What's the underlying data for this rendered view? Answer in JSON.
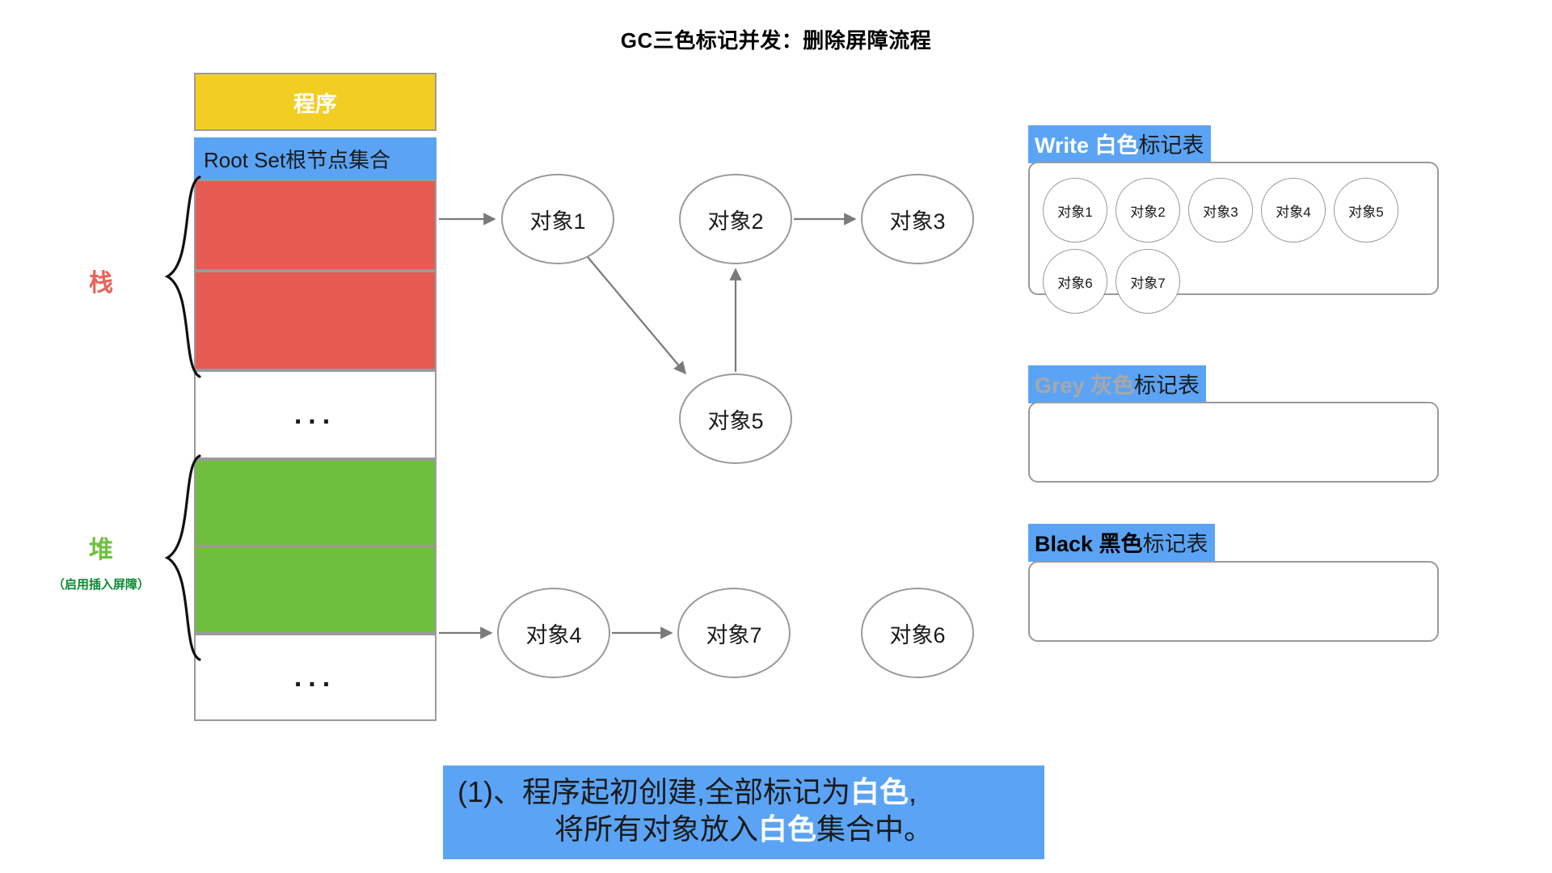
{
  "title": "GC三色标记并发：删除屏障流程",
  "memory": {
    "program_label": "程序",
    "rootset_label": "Root Set根节点集合",
    "ellipsis": "...",
    "stack_label": "栈",
    "heap_label": "堆",
    "heap_sublabel": "（启用插入屏障）"
  },
  "graph": {
    "nodes": [
      {
        "id": "n1",
        "label": "对象1"
      },
      {
        "id": "n2",
        "label": "对象2"
      },
      {
        "id": "n3",
        "label": "对象3"
      },
      {
        "id": "n5",
        "label": "对象5"
      },
      {
        "id": "n4",
        "label": "对象4"
      },
      {
        "id": "n7",
        "label": "对象7"
      },
      {
        "id": "n6",
        "label": "对象6"
      }
    ],
    "edges": [
      {
        "from": "rootset-red",
        "to": "n1"
      },
      {
        "from": "n1",
        "to": "n5"
      },
      {
        "from": "n5",
        "to": "n2"
      },
      {
        "from": "n2",
        "to": "n3"
      },
      {
        "from": "rootset-green",
        "to": "n4"
      },
      {
        "from": "n4",
        "to": "n7"
      }
    ]
  },
  "tables": {
    "white": {
      "header_em": "Write 白色",
      "header_tail": "标记表",
      "items": [
        "对象1",
        "对象2",
        "对象3",
        "对象4",
        "对象5",
        "对象6",
        "对象7"
      ]
    },
    "grey": {
      "header_em": "Grey 灰色",
      "header_tail": "标记表",
      "items": []
    },
    "black": {
      "header_em": "Black 黑色",
      "header_tail": "标记表",
      "items": []
    }
  },
  "caption": {
    "line1_a": "(1)、程序起初创建,全部标记为",
    "line1_em": "白色",
    "line1_b": ",",
    "line2_a": "将所有对象放入",
    "line2_em": "白色",
    "line2_b": "集合中。"
  },
  "colors": {
    "yellow": "#F2CE22",
    "blue": "#5BA4F5",
    "red": "#E55B52",
    "green": "#6FBF3F",
    "stroke": "#9a9a9a"
  }
}
